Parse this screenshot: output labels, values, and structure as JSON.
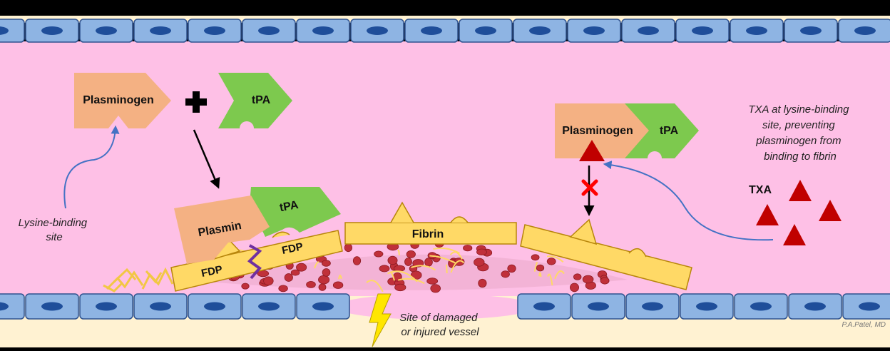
{
  "labels": {
    "plasminogen_left": "Plasminogen",
    "tpa_left": "tPA",
    "plasmin": "Plasmin",
    "tpa_bound": "tPA",
    "fdp_1": "FDP",
    "fdp_2": "FDP",
    "fibrin": "Fibrin",
    "plasminogen_right": "Plasminogen",
    "tpa_right": "tPA",
    "txa": "TXA",
    "lysine_binding_site": [
      "Lysine-binding",
      "site"
    ],
    "txa_note": [
      "TXA at lysine-binding",
      "site, preventing",
      "plasminogen from",
      "binding to fibrin"
    ],
    "injury": [
      "Site of damaged",
      "or injured vessel"
    ],
    "signature": "P.A.Patel, MD"
  },
  "colors": {
    "plasma": "#FEC0E6",
    "endothelial_cell": "#8EB4E3",
    "nucleus": "#1F4E9A",
    "tissue": "#FFF2D2",
    "plasminogen": "#F4B183",
    "tpa": "#7DC94E",
    "fibrin": "#FFD966",
    "rbc": "#C0303A",
    "txa": "#C00000",
    "arrow": "#4472C4",
    "cleavage": "#7030A0",
    "block": "#FF0000"
  }
}
